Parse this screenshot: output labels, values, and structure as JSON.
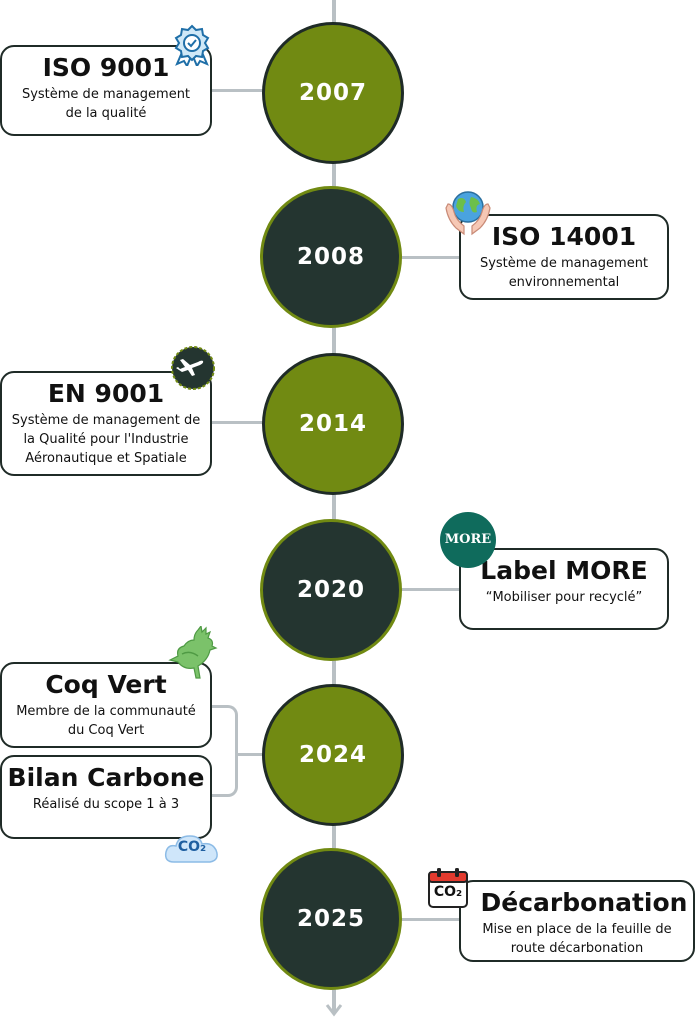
{
  "milestones": [
    {
      "year": "2007",
      "title": "ISO 9001",
      "desc": "Système de management de la qualité",
      "icon": "certificate-badge-icon"
    },
    {
      "year": "2008",
      "title": "ISO 14001",
      "desc": "Système de management environnemental",
      "icon": "globe-hands-icon"
    },
    {
      "year": "2014",
      "title": "EN 9001",
      "desc": "Système de management de la Qualité pour l'Industrie Aéronautique et Spatiale",
      "icon": "airplane-icon"
    },
    {
      "year": "2020",
      "title": "Label MORE",
      "desc": "“Mobiliser pour recyclé”",
      "icon": "more-label-icon",
      "logo_text": "MORE"
    },
    {
      "year": "2024",
      "cards": [
        {
          "title": "Coq Vert",
          "desc": "Membre de la communauté du Coq Vert",
          "icon": "green-rooster-icon"
        },
        {
          "title": "Bilan Carbone",
          "desc": "Réalisé du scope 1 à 3",
          "icon": "co2-cloud-icon",
          "icon_text": "CO₂"
        }
      ]
    },
    {
      "year": "2025",
      "title": "Décarbonation",
      "desc": "Mise en place de la feuille de route décarbonation",
      "icon": "co2-calendar-icon",
      "icon_text": "CO₂"
    }
  ],
  "colors": {
    "green": "#718a12",
    "dark": "#243530",
    "line": "#b9c0c4"
  }
}
